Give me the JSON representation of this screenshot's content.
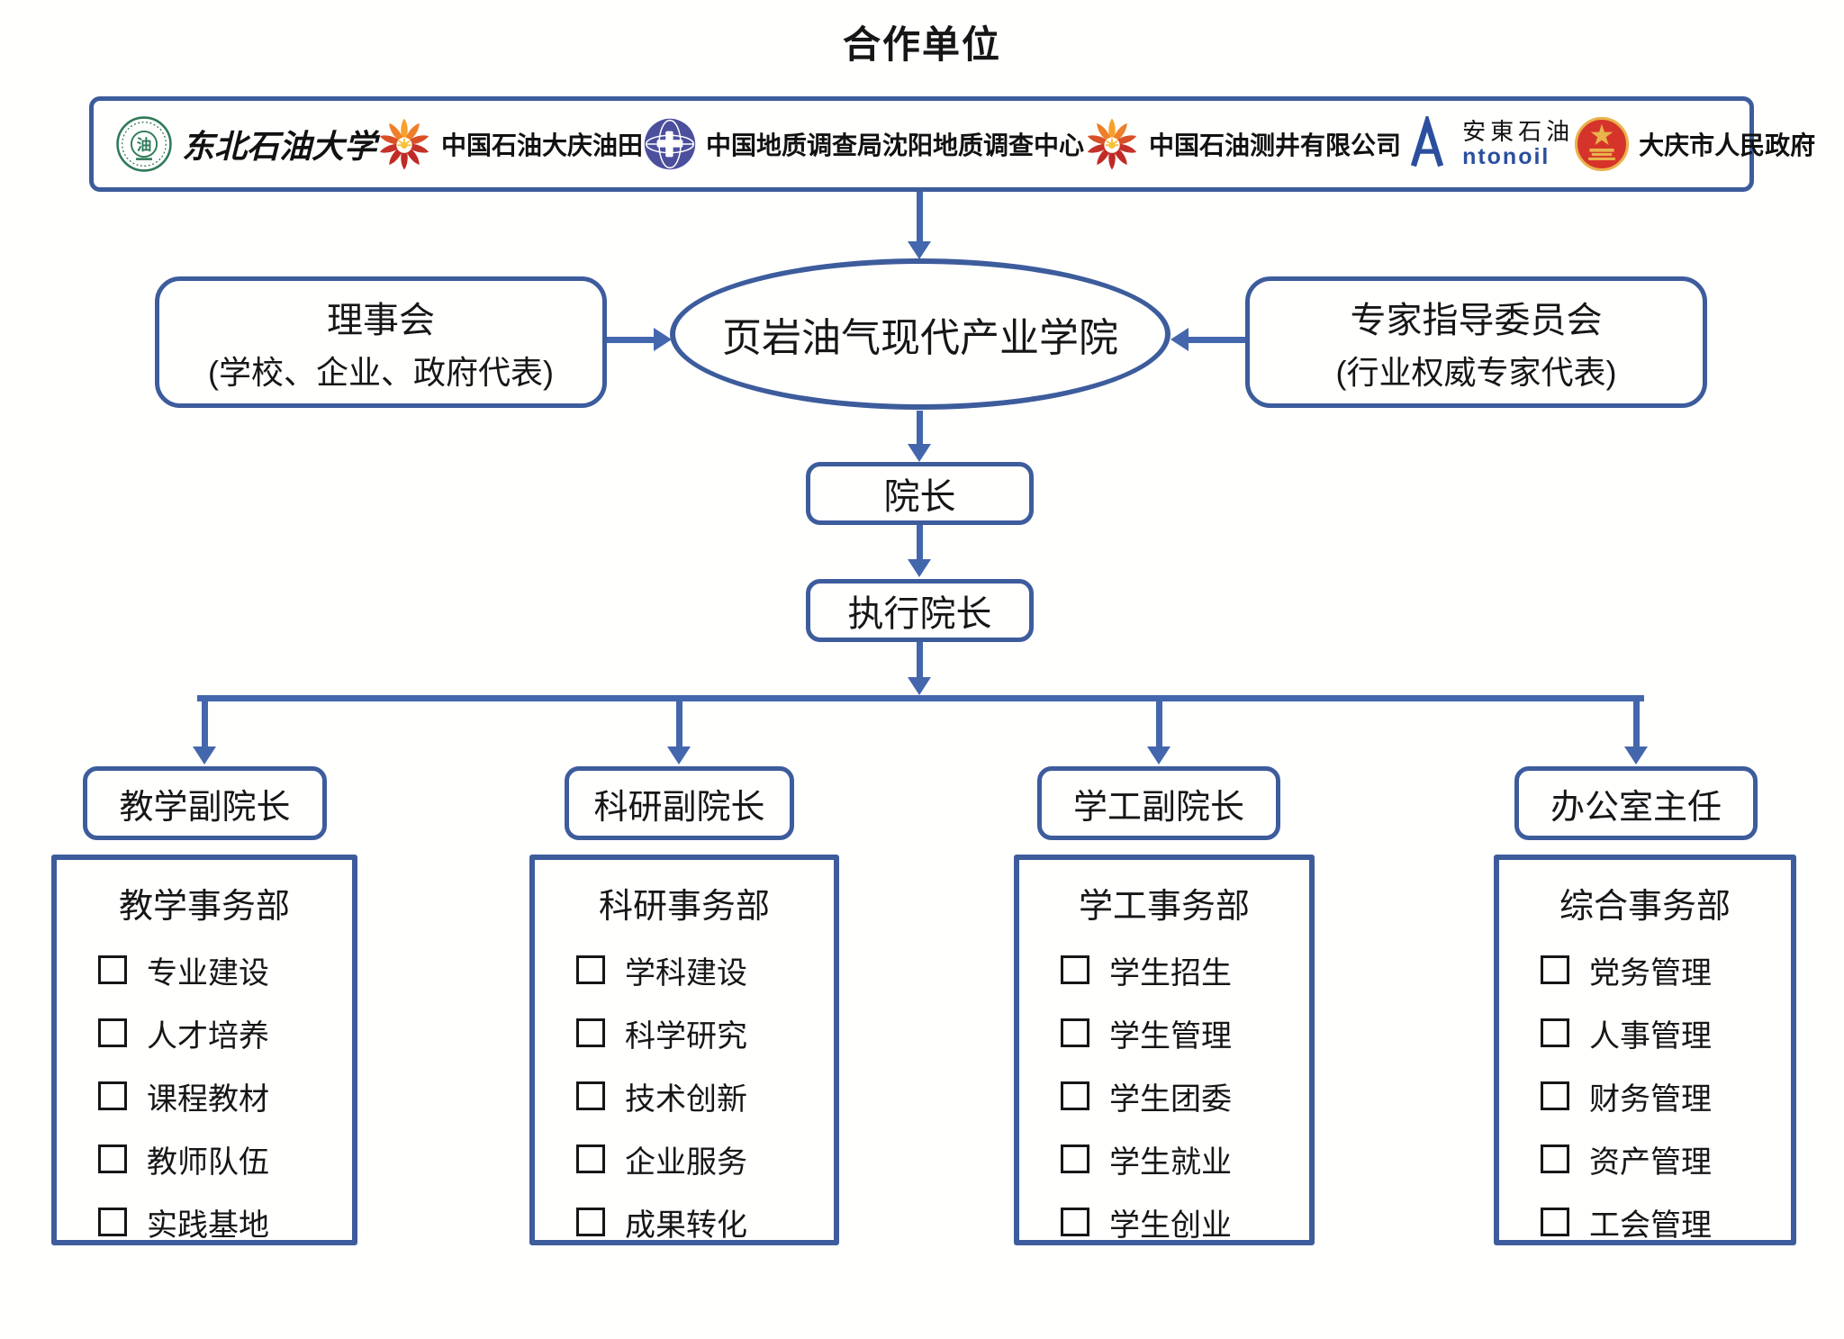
{
  "page": {
    "title": "合作单位"
  },
  "colors": {
    "accent_blue": "#3d5c9c",
    "arrow_blue": "#4466ac",
    "text_black": "#161616",
    "petro_red": "#c02b26",
    "petro_orange": "#ee7f2a",
    "cgs_blue": "#4c4f9c",
    "seal_green": "#2e7a57",
    "emblem_red": "#d6342a",
    "emblem_gold": "#e8b34b",
    "antonoil_blue": "#2b4f9e"
  },
  "partners": [
    {
      "name": "东北石油大学",
      "icon": "nepu-seal-icon"
    },
    {
      "name": "中国石油大庆油田",
      "icon": "petrochina-icon"
    },
    {
      "name": "中国地质调查局沈阳地质调查中心",
      "icon": "cgs-globe-icon"
    },
    {
      "name": "中国石油测井有限公司",
      "icon": "petrochina-icon"
    },
    {
      "initial": "A",
      "name": "安東石油",
      "latin_rest": "ntonoil",
      "icon": "antonoil-a-icon"
    },
    {
      "name": "大庆市人民政府",
      "icon": "national-emblem-icon"
    }
  ],
  "governance": {
    "council_line1": "理事会",
    "council_line2": "(学校、企业、政府代表)",
    "college": "页岩油气现代产业学院",
    "expert_line1": "专家指导委员会",
    "expert_line2": "(行业权威专家代表)"
  },
  "leadership": {
    "dean": "院长",
    "executive_dean": "执行院长"
  },
  "branches": [
    {
      "head": "教学副院长",
      "department": "教学事务部",
      "items": [
        "专业建设",
        "人才培养",
        "课程教材",
        "教师队伍",
        "实践基地"
      ]
    },
    {
      "head": "科研副院长",
      "department": "科研事务部",
      "items": [
        "学科建设",
        "科学研究",
        "技术创新",
        "企业服务",
        "成果转化"
      ]
    },
    {
      "head": "学工副院长",
      "department": "学工事务部",
      "items": [
        "学生招生",
        "学生管理",
        "学生团委",
        "学生就业",
        "学生创业"
      ]
    },
    {
      "head": "办公室主任",
      "department": "综合事务部",
      "items": [
        "党务管理",
        "人事管理",
        "财务管理",
        "资产管理",
        "工会管理"
      ]
    }
  ]
}
